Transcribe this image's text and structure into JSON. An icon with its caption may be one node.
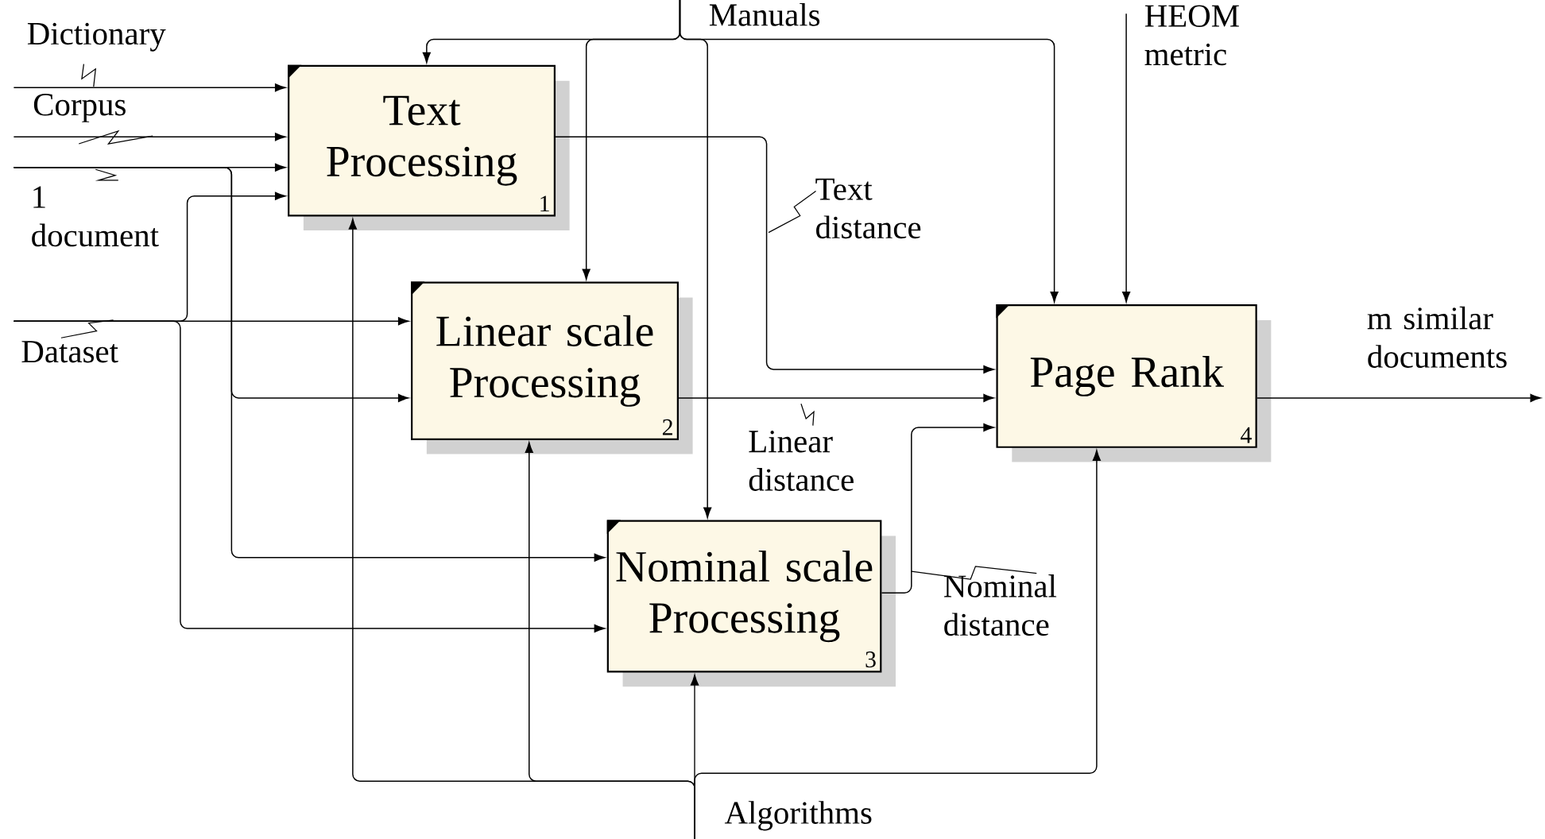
{
  "diagram": {
    "nodes": [
      {
        "text": [
          "Text Processing",
          "1"
        ]
      },
      {
        "text": [
          "Linear scale Processing",
          "2"
        ]
      },
      {
        "text": [
          "Nominal scale Processing",
          "3"
        ]
      },
      {
        "text": [
          "Page Rank",
          "4"
        ]
      }
    ],
    "edges": [
      {
        "from": null,
        "to": 0,
        "arrow": "to",
        "label": "Dictionary"
      },
      {
        "from": null,
        "to": 0,
        "arrow": "to",
        "label": "Corpus"
      },
      {
        "from": null,
        "to": 0,
        "arrow": "to",
        "label": "1 document"
      },
      {
        "from": null,
        "to": 1,
        "arrow": "to"
      },
      {
        "from": null,
        "to": 2,
        "arrow": "to"
      },
      {
        "from": null,
        "to": 0,
        "arrow": "to",
        "label": "Dataset"
      },
      {
        "from": null,
        "to": 1,
        "arrow": "to"
      },
      {
        "from": null,
        "to": 2,
        "arrow": "to"
      },
      {
        "from": null,
        "to": 0,
        "arrow": "to",
        "label": "Manuals"
      },
      {
        "from": null,
        "to": 1,
        "arrow": "to"
      },
      {
        "from": null,
        "to": 2,
        "arrow": "to"
      },
      {
        "from": null,
        "to": 3,
        "arrow": "to"
      },
      {
        "from": null,
        "to": 3,
        "arrow": "to",
        "label": "HEOM metric"
      },
      {
        "from": null,
        "to": 0,
        "arrow": "to",
        "label": "Algorithms"
      },
      {
        "from": null,
        "to": 1,
        "arrow": "to"
      },
      {
        "from": null,
        "to": 2,
        "arrow": "to"
      },
      {
        "from": null,
        "to": 3,
        "arrow": "to"
      },
      {
        "from": 0,
        "to": 3,
        "arrow": "to",
        "label": "Text distance"
      },
      {
        "from": 1,
        "to": 3,
        "arrow": "to",
        "label": "Linear distance"
      },
      {
        "from": 2,
        "to": 3,
        "arrow": "to",
        "label": "Nominal distance"
      },
      {
        "from": 3,
        "to": null,
        "arrow": "to",
        "label": "m similar documents"
      }
    ]
  }
}
